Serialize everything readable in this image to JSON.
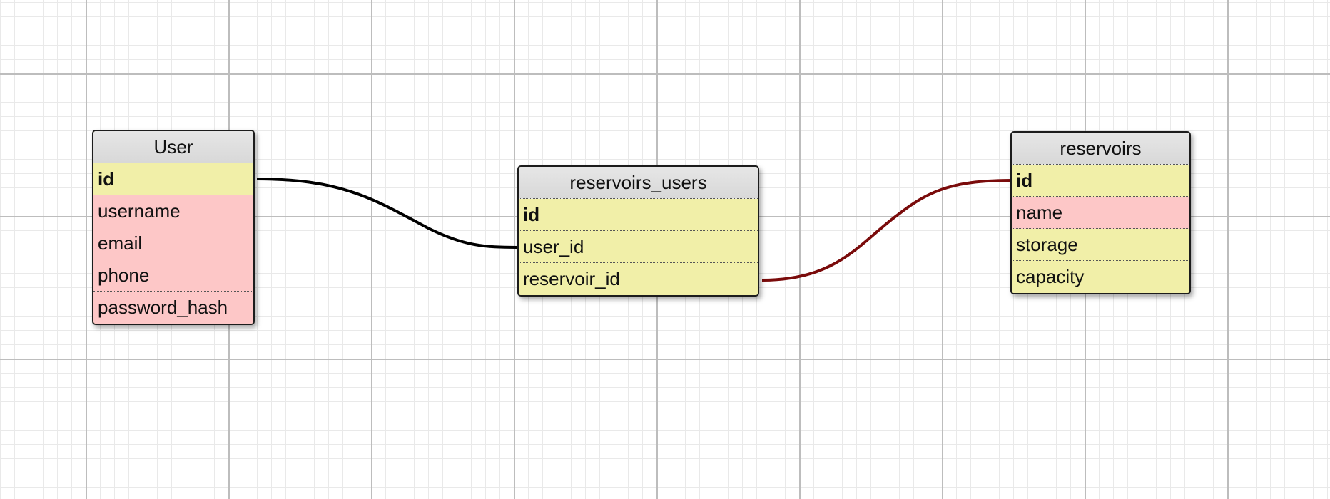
{
  "colors": {
    "key_field": "#f1efa8",
    "plain_field": "#fdc7c7",
    "header": "#dcdcdc",
    "link_user": "#000000",
    "link_reservoir": "#7a0b0b"
  },
  "tables": {
    "user": {
      "title": "User",
      "fields": [
        {
          "name": "id",
          "primary": true,
          "tone": "yellow"
        },
        {
          "name": "username",
          "tone": "pink"
        },
        {
          "name": "email",
          "tone": "pink"
        },
        {
          "name": "phone",
          "tone": "pink"
        },
        {
          "name": "password_hash",
          "tone": "pink"
        }
      ]
    },
    "reservoirs_users": {
      "title": "reservoirs_users",
      "fields": [
        {
          "name": "id",
          "primary": true,
          "tone": "yellow"
        },
        {
          "name": "user_id",
          "tone": "yellow"
        },
        {
          "name": "reservoir_id",
          "tone": "yellow"
        }
      ]
    },
    "reservoirs": {
      "title": "reservoirs",
      "fields": [
        {
          "name": "id",
          "primary": true,
          "tone": "yellow"
        },
        {
          "name": "name",
          "tone": "pink"
        },
        {
          "name": "storage",
          "tone": "yellow"
        },
        {
          "name": "capacity",
          "tone": "yellow"
        }
      ]
    }
  },
  "relations": [
    {
      "from": "User.id",
      "to": "reservoirs_users.user_id",
      "color": "#000000"
    },
    {
      "from": "reservoirs_users.reservoir_id",
      "to": "reservoirs.id",
      "color": "#7a0b0b"
    }
  ]
}
